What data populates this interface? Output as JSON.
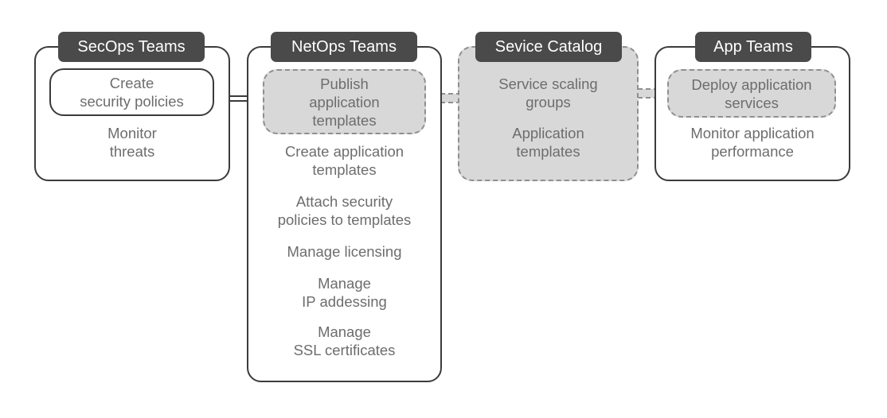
{
  "secops": {
    "title": "SecOps Teams",
    "highlight": [
      "Create",
      "security policies"
    ],
    "items": [
      [
        "Monitor",
        "threats"
      ]
    ]
  },
  "netops": {
    "title": "NetOps Teams",
    "highlight": [
      "Publish",
      "application",
      "templates"
    ],
    "items": [
      [
        "Create application",
        "templates"
      ],
      [
        "Attach security",
        "policies to templates"
      ],
      [
        "Manage licensing"
      ],
      [
        "Manage",
        "IP addessing"
      ],
      [
        "Manage",
        "SSL certificates"
      ]
    ]
  },
  "catalog": {
    "title": "Sevice Catalog",
    "items": [
      [
        "Service scaling",
        "groups"
      ],
      [
        "Application",
        "templates"
      ]
    ]
  },
  "app": {
    "title": "App Teams",
    "highlight": [
      "Deploy application",
      "services"
    ],
    "items": [
      [
        "Monitor application",
        "performance"
      ]
    ]
  },
  "colors": {
    "header_bg": "#4a4a4a",
    "border": "#3b3b3b",
    "text": "#6d6d6d",
    "highlight_fill": "#d8d8d8",
    "dashed_border": "#8f8f8f"
  }
}
